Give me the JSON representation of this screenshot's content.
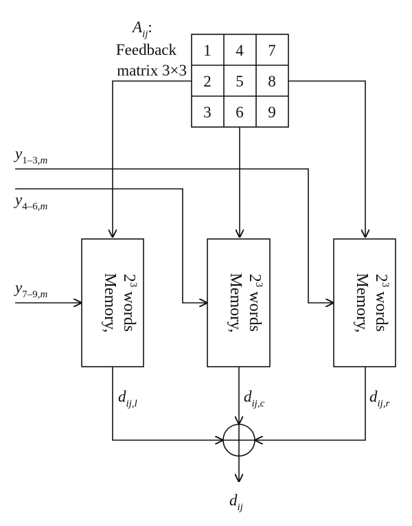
{
  "matrix": {
    "name_main": "A",
    "name_sub": "ij",
    "colon": ":",
    "caption_line1": "Feedback",
    "caption_line2": "matrix 3×3",
    "cells": [
      "1",
      "4",
      "7",
      "2",
      "5",
      "8",
      "3",
      "6",
      "9"
    ]
  },
  "inputs": [
    {
      "main": "y",
      "sub1": "1–3,",
      "sub2": "m"
    },
    {
      "main": "y",
      "sub1": "4–6,",
      "sub2": "m"
    },
    {
      "main": "y",
      "sub1": "7–9,",
      "sub2": "m"
    }
  ],
  "memories": [
    {
      "line1": "Memory,",
      "base": "2",
      "exp": "3",
      "words": " words"
    },
    {
      "line1": "Memory,",
      "base": "2",
      "exp": "3",
      "words": " words"
    },
    {
      "line1": "Memory,",
      "base": "2",
      "exp": "3",
      "words": " words"
    }
  ],
  "outputs": [
    {
      "main": "d",
      "sub": "ij,l"
    },
    {
      "main": "d",
      "sub": "ij,c"
    },
    {
      "main": "d",
      "sub": "ij,r"
    }
  ],
  "result": {
    "main": "d",
    "sub": "ij"
  }
}
